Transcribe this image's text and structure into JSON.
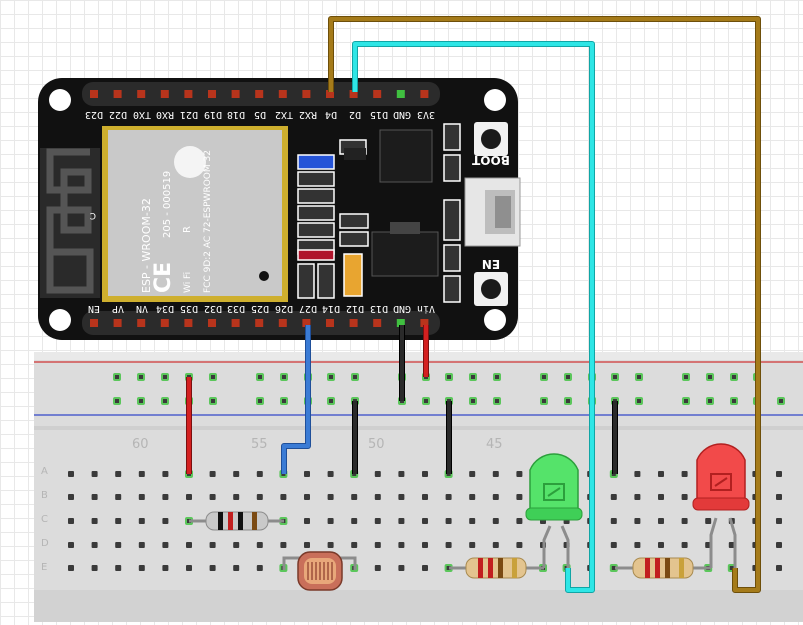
{
  "board": {
    "top_pins": [
      "D23",
      "D22",
      "TX0",
      "RX0",
      "D21",
      "D19",
      "D18",
      "D5",
      "TX2",
      "RX2",
      "D4",
      "D2",
      "D15",
      "GND",
      "3V3"
    ],
    "bottom_pins": [
      "EN",
      "VP",
      "VN",
      "D34",
      "D35",
      "D32",
      "D33",
      "D25",
      "D26",
      "D27",
      "D14",
      "D12",
      "D13",
      "GND",
      "Vin"
    ],
    "module_name": "ESP - WROOM-32",
    "module_fcc": "FCC 9D:2 AC 72-ESPWROOM  32",
    "module_cert": "205 - 000519",
    "module_r": "R",
    "module_ce": "CE",
    "module_wifi": "Wi Fi",
    "antenna_c": "C",
    "boot_label": "BOOT",
    "en_label": "EN"
  },
  "breadboard": {
    "column_numbers": [
      "60",
      "55",
      "50",
      "45"
    ],
    "row_letters": [
      "A",
      "B",
      "C",
      "D",
      "E"
    ]
  },
  "colors": {
    "board": "#111111",
    "wire_cyan": "#2ee6e6",
    "wire_brown": "#a57b1a",
    "wire_blue": "#3a7bd5",
    "wire_red": "#d42020",
    "wire_black": "#1a1a1a",
    "led_green": "#55e36a",
    "led_red": "#f24a4a"
  },
  "components": {
    "leds": [
      "green-led",
      "red-led"
    ],
    "resistors": 3,
    "photoresistor": 1
  }
}
